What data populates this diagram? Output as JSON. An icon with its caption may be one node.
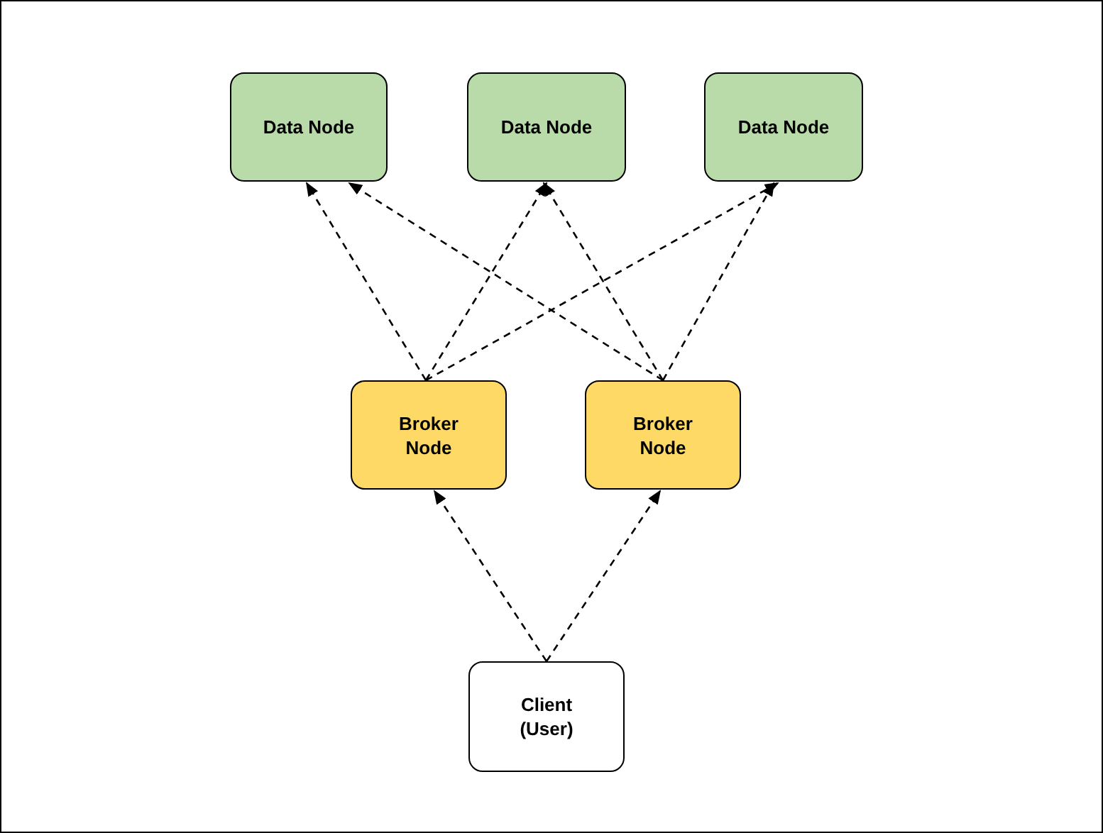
{
  "diagram": {
    "nodes": [
      {
        "text": [
          "Data Node"
        ]
      },
      {
        "text": [
          "Data Node"
        ]
      },
      {
        "text": [
          "Data Node"
        ]
      },
      {
        "text": [
          "Broker Node"
        ]
      },
      {
        "text": [
          "Broker Node"
        ]
      },
      {
        "text": [
          "Client (User)"
        ]
      }
    ],
    "edges": [
      {
        "from": 3,
        "to": 0,
        "arrow": "to",
        "style": "dashed"
      },
      {
        "from": 3,
        "to": 1,
        "arrow": "to",
        "style": "dashed"
      },
      {
        "from": 3,
        "to": 2,
        "arrow": "to",
        "style": "dashed"
      },
      {
        "from": 4,
        "to": 0,
        "arrow": "to",
        "style": "dashed"
      },
      {
        "from": 4,
        "to": 1,
        "arrow": "to",
        "style": "dashed"
      },
      {
        "from": 4,
        "to": 2,
        "arrow": "to",
        "style": "dashed"
      },
      {
        "from": 5,
        "to": 3,
        "arrow": "to",
        "style": "dashed"
      },
      {
        "from": 5,
        "to": 4,
        "arrow": "to",
        "style": "dashed"
      }
    ]
  }
}
